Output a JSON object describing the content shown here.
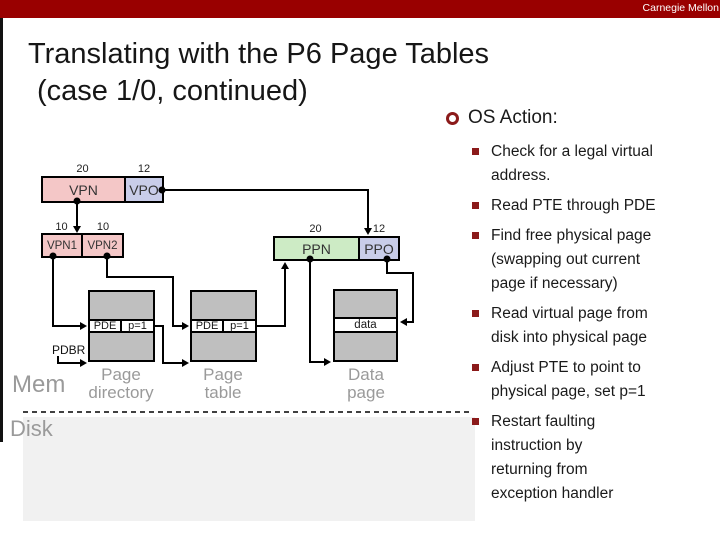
{
  "banner": {
    "brand": "Carnegie Mellon"
  },
  "title": {
    "line1": "Translating with the P6 Page Tables",
    "line2": "(case 1/0, continued)"
  },
  "os_action": {
    "heading": "OS Action:",
    "items": [
      {
        "lines": [
          "Check for a legal virtual",
          "address."
        ]
      },
      {
        "lines": [
          "Read PTE through PDE"
        ]
      },
      {
        "lines": [
          "Find free physical page",
          "(swapping out current",
          "page if necessary)"
        ]
      },
      {
        "lines": [
          "Read virtual page from",
          "disk into physical page"
        ]
      },
      {
        "lines": [
          "Adjust PTE to point to",
          "physical page, set p=1"
        ]
      },
      {
        "lines": [
          "Restart faulting",
          "instruction by",
          "returning from",
          "exception handler"
        ]
      }
    ]
  },
  "diagram": {
    "vpn": {
      "bits": "20",
      "label": "VPN"
    },
    "vpo": {
      "bits": "12",
      "label": "VPO"
    },
    "vpn1": {
      "bits": "10",
      "label": "VPN1"
    },
    "vpn2": {
      "bits": "10",
      "label": "VPN2"
    },
    "ppn": {
      "bits": "20",
      "label": "PPN"
    },
    "ppo": {
      "bits": "12",
      "label": "PPO"
    },
    "page_directory": {
      "entry": "PDE",
      "flag": "p=1",
      "label_line1": "Page",
      "label_line2": "directory"
    },
    "page_table": {
      "entry": "PDE",
      "flag": "p=1",
      "label_line1": "Page",
      "label_line2": "table"
    },
    "data_page": {
      "entry": "data",
      "label_line1": "Data",
      "label_line2": "page"
    },
    "pdbr_label": "PDBR",
    "mem_label": "Mem",
    "disk_label": "Disk"
  },
  "colors": {
    "banner_red": "#990000",
    "bullet_maroon": "#8b1a1a",
    "vpn_pink": "#f4c7c7",
    "offset_periwinkle": "#c9cde9",
    "ppn_green": "#cdebc5",
    "box_gray": "#bfbfbf",
    "caption_gray": "#9a9a9a",
    "disk_bg": "#f1f1f1"
  }
}
